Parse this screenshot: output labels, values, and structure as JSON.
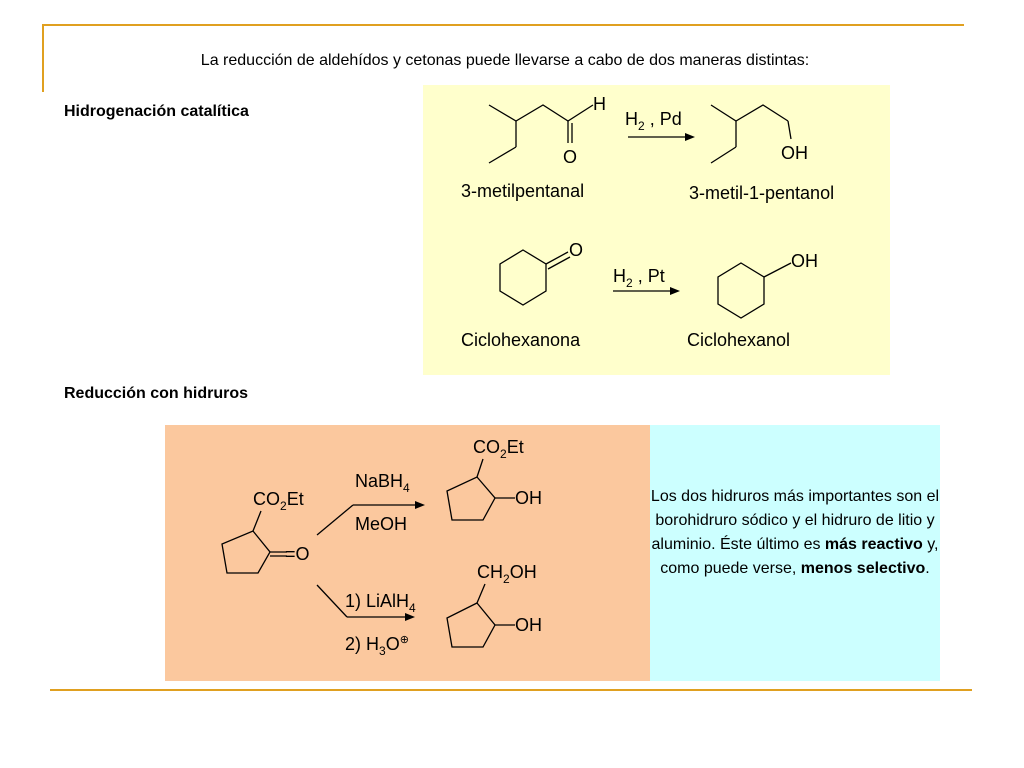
{
  "colors": {
    "accent_rule": "#e0a020",
    "panel_yellow": "#ffffcc",
    "panel_orange": "#fbc89e",
    "panel_cyan": "#ccffff"
  },
  "intro_text": "La reducción de aldehídos y cetonas puede llevarse a cabo de dos maneras distintas:",
  "section1": {
    "title": "Hidrogenación catalítica",
    "reaction1": {
      "reactant_aldehyde_h": "H",
      "reactant_carbonyl_o": "O",
      "reagent_main": "H",
      "reagent_sub": "2",
      "reagent_rest": " , Pd",
      "product_oh": "OH",
      "reactant_name": "3-metilpentanal",
      "product_name": "3-metil-1-pentanol"
    },
    "reaction2": {
      "reactant_carbonyl_o": "O",
      "reagent_main": "H",
      "reagent_sub": "2",
      "reagent_rest": " , Pt",
      "product_oh": "OH",
      "reactant_name": "Ciclohexanona",
      "product_name": "Ciclohexanol"
    }
  },
  "section2": {
    "title": "Reducción con hidruros",
    "reactant": {
      "ester_a": "CO",
      "ester_sub": "2",
      "ester_b": "Et",
      "carbonyl": "=O"
    },
    "upper": {
      "reagent1_a": "NaBH",
      "reagent1_sub": "4",
      "reagent2": "MeOH",
      "product_ester_a": "CO",
      "product_ester_sub": "2",
      "product_ester_b": "Et",
      "product_oh": "OH"
    },
    "lower": {
      "step1_a": "1) LiAlH",
      "step1_sub": "4",
      "step2_a": "2) H",
      "step2_sub": "3",
      "step2_b": "O",
      "step2_sup": "⊕",
      "product_ch2oh_a": "CH",
      "product_ch2oh_sub": "2",
      "product_ch2oh_b": "OH",
      "product_oh": "OH"
    },
    "note": {
      "text1": "Los dos hidruros más importantes son el borohidruro sódico y el hidruro de litio y aluminio. Éste último es ",
      "bold1": "más reactivo",
      "text2": " y, como puede verse, ",
      "bold2": "menos selectivo",
      "text3": "."
    }
  }
}
